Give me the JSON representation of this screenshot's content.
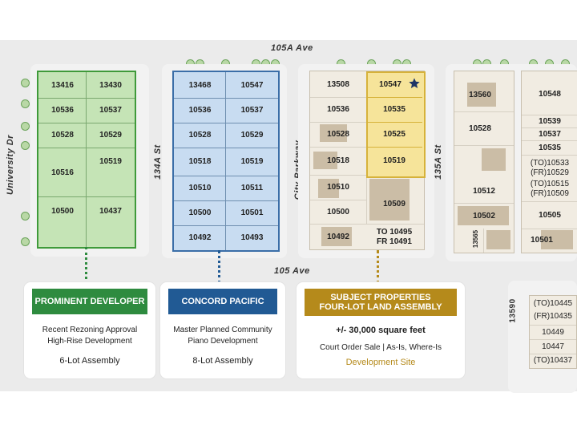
{
  "roads": {
    "north": "105A Ave",
    "south": "105 Ave",
    "university": "University Dr",
    "st134a": "134A St",
    "city_parkway": "City Parkway",
    "st135a": "135A St"
  },
  "block_green": {
    "lots": [
      "13416",
      "13430",
      "10536",
      "10537",
      "10528",
      "10529",
      "10516",
      "10519",
      "10500",
      "10437"
    ]
  },
  "block_blue": {
    "lots": [
      "13468",
      "10547",
      "10536",
      "10537",
      "10528",
      "10529",
      "10518",
      "10519",
      "10510",
      "10511",
      "10500",
      "10501",
      "10492",
      "10493"
    ]
  },
  "block_subject": {
    "lots": [
      "13508",
      "10547",
      "10536",
      "10535",
      "10528",
      "10525",
      "10518",
      "10519",
      "10510",
      "10509",
      "10500",
      "10492",
      "TO 10495",
      "FR 10491"
    ]
  },
  "block_east": {
    "lots": [
      "13560",
      "10548",
      "10528",
      "10539",
      "10537",
      "10535",
      "(TO)10533",
      "(FR)10529",
      "(TO)10515",
      "(FR)10509",
      "10512",
      "10502",
      "10505",
      "13565",
      "10501"
    ]
  },
  "block_southeast": {
    "street": "13590",
    "lots": [
      "(TO)10445",
      "(FR)10435",
      "10449",
      "10447",
      "(TO)10437"
    ]
  },
  "cards": {
    "green": {
      "title": "PROMINENT DEVELOPER",
      "line1": "Recent Rezoning Approval",
      "line2": "High-Rise Development",
      "line3": "6-Lot Assembly",
      "color": "#2e8b3f"
    },
    "blue": {
      "title": "CONCORD PACIFIC",
      "line1": "Master Planned Community",
      "line2": "Piano Development",
      "line3": "8-Lot Assembly",
      "color": "#215a94"
    },
    "subject": {
      "title_line1": "SUBJECT PROPERTIES",
      "title_line2": "FOUR-LOT LAND ASSEMBLY",
      "area": "+/- 30,000 square feet",
      "sale": "Court Order Sale | As-Is, Where-Is",
      "site": "Development Site",
      "color": "#b58a1b",
      "site_color": "#b58a1b"
    }
  },
  "icons": {
    "star": "star-icon",
    "tree": "tree-icon"
  }
}
